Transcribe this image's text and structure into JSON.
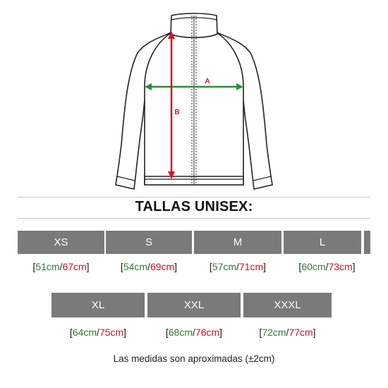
{
  "jacket": {
    "label_a": "A",
    "label_b": "B",
    "colors": {
      "width_arrow": "#2e8b3a",
      "length_arrow": "#d0162b",
      "outline": "#222222"
    }
  },
  "title": "TALLAS UNISEX:",
  "sizes": [
    {
      "label": "XS",
      "width": "51cm",
      "length": "67cm"
    },
    {
      "label": "S",
      "width": "54cm",
      "length": "69cm"
    },
    {
      "label": "M",
      "width": "57cm",
      "length": "71cm"
    },
    {
      "label": "L",
      "width": "60cm",
      "length": "73cm"
    },
    {
      "label": "XL",
      "width": "64cm",
      "length": "75cm"
    },
    {
      "label": "XXL",
      "width": "68cm",
      "length": "76cm"
    },
    {
      "label": "XXXL",
      "width": "72cm",
      "length": "77cm"
    }
  ],
  "note": "Las medidas son aproximadas (±2cm)",
  "colors": {
    "box": "#7a7a7a",
    "width_text": "#2e7d32",
    "length_text": "#c8102e"
  }
}
